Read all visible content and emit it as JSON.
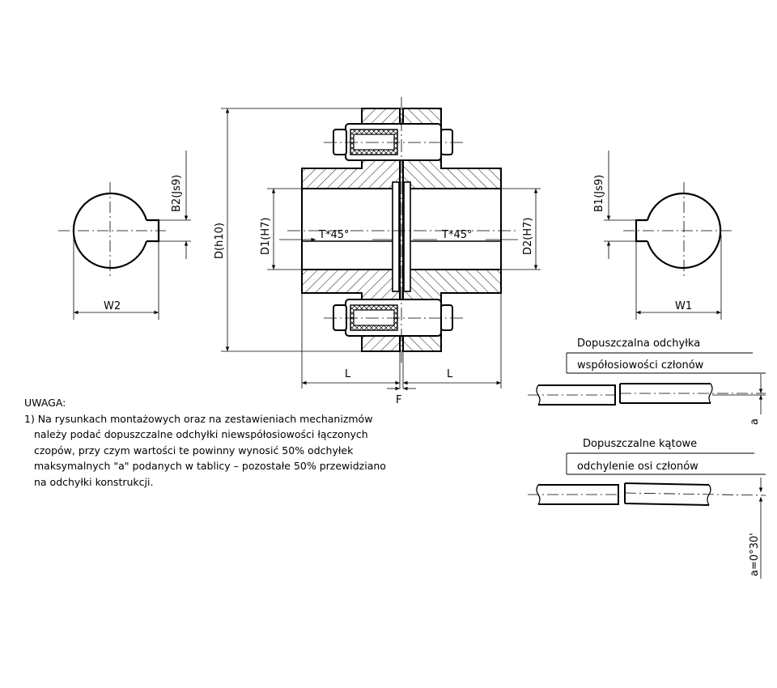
{
  "labels": {
    "W2": "W2",
    "W1": "W1",
    "B2": "B2(Js9)",
    "B1": "B1(Js9)",
    "D": "D(h10)",
    "D1": "D1(H7)",
    "D2": "D2(H7)",
    "T_left": "T*45°",
    "T_right": "T*45°",
    "L_left": "L",
    "L_right": "L",
    "F": "F",
    "a": "a",
    "a_angle": "a=0°30'"
  },
  "panel1": {
    "title_line1": "Dopuszczalna odchyłka",
    "title_line2": "współosiowości członów"
  },
  "panel2": {
    "title_line1": "Dopuszczalne kątowe",
    "title_line2": "odchylenie osi członów"
  },
  "note": {
    "heading": "UWAGA:",
    "line1": "1) Na rysunkach montażowych oraz na zestawieniach mechanizmów",
    "line2": "należy podać dopuszczalne odchyłki niewspółosiowości łączonych",
    "line3": "czopów, przy czym wartości te powinny wynosić 50% odchyłek",
    "line4": "maksymalnych \"a\" podanych w tablicy – pozostałe 50% przewidziano",
    "line5": "na odchyłki konstrukcji."
  }
}
